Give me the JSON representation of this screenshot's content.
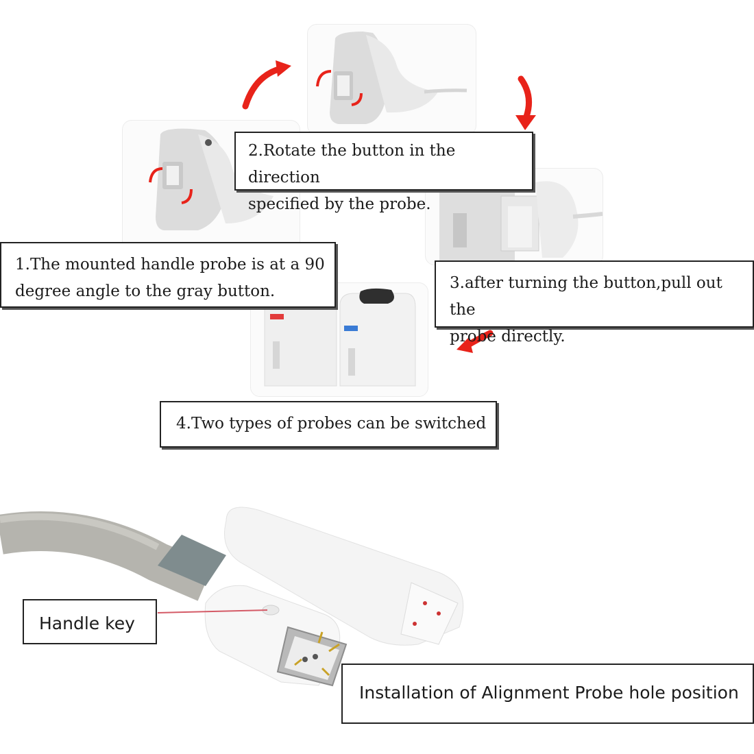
{
  "steps": [
    {
      "line1": "1.The mounted handle probe is at a 90",
      "line2": "degree angle to the gray button."
    },
    {
      "line1": "2.Rotate the button in the direction",
      "line2": "specified by the probe."
    },
    {
      "line1": "3.after turning the button,pull out the",
      "line2": "probe directly."
    },
    {
      "line1": "4.Two types of probes can be switched"
    }
  ],
  "callouts": {
    "handle_key": "Handle key",
    "installation": "Installation of Alignment Probe hole position"
  },
  "colors": {
    "arrow": "#e8231a",
    "device_gray": "#d7d7d7",
    "cable_gray": "#b5b4ae"
  }
}
